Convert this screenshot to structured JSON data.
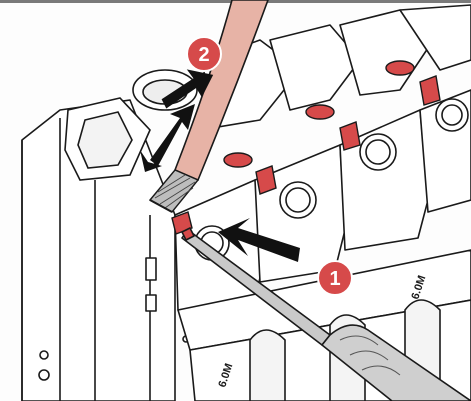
{
  "steps": [
    {
      "label": "1"
    },
    {
      "label": "2"
    }
  ],
  "ratings": [
    "6.0M",
    "6.0M"
  ],
  "colors": {
    "accent_red": "#d64a4a",
    "accent_light": "#e88a8a",
    "cable": "#e7b3a6",
    "outline": "#1a1a1a",
    "body_fill": "#ffffff",
    "shadow": "#d8d8d8",
    "screwdriver": "#c9c9c9",
    "top_border": "#7a7a7a"
  }
}
